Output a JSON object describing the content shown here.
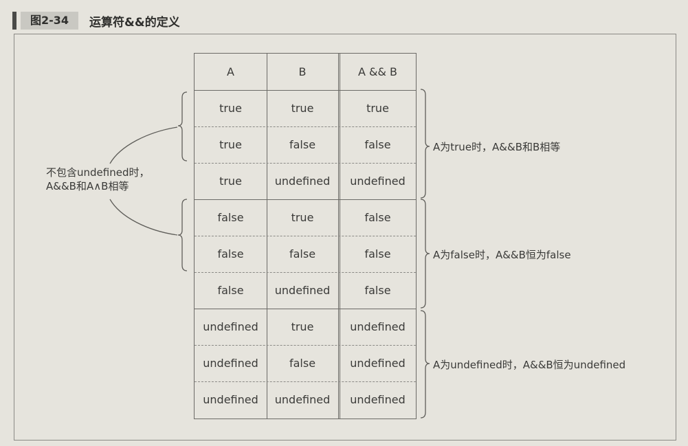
{
  "figure": {
    "number": "图2-34",
    "title": "运算符&&的定义"
  },
  "table": {
    "headers": [
      "A",
      "B",
      "A && B"
    ],
    "rows": [
      [
        "true",
        "true",
        "true"
      ],
      [
        "true",
        "false",
        "false"
      ],
      [
        "true",
        "undefined",
        "undefined"
      ],
      [
        "false",
        "true",
        "false"
      ],
      [
        "false",
        "false",
        "false"
      ],
      [
        "false",
        "undefined",
        "false"
      ],
      [
        "undefined",
        "true",
        "undefined"
      ],
      [
        "undefined",
        "false",
        "undefined"
      ],
      [
        "undefined",
        "undefined",
        "undefined"
      ]
    ]
  },
  "annotations": {
    "left_line1": "不包含undefined时，",
    "left_line2": "A&&B和A∧B相等",
    "right_true": "A为true时，A&&B和B相等",
    "right_false": "A为false时，A&&B恒为false",
    "right_undefined": "A为undefined时，A&&B恒为undefined"
  }
}
